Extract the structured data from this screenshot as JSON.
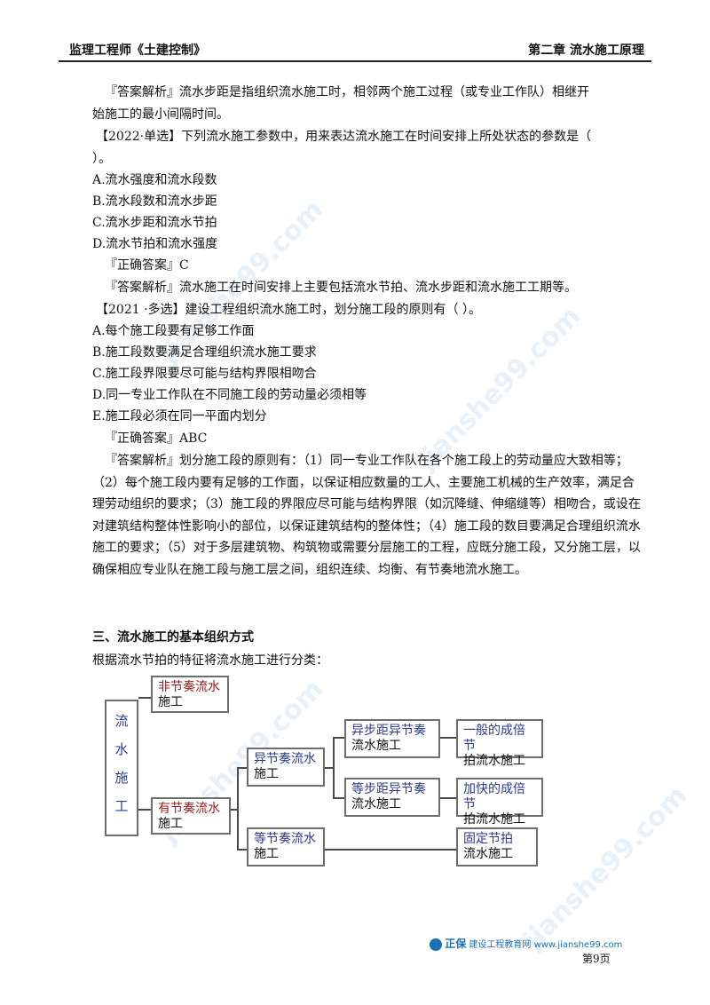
{
  "header": {
    "left": "监理工程师《土建控制》",
    "right": "第二章  流水施工原理"
  },
  "paragraphs": {
    "p1a": "『答案解析』流水步距是指组织流水施工时，相邻两个施工过程（或专业工作队）相继开",
    "p1b": "始施工的最小间隔时间。",
    "q1a": "【2022·单选】下列流水施工参数中，用来表达流水施工在时间安排上所处状态的参数是（",
    "q1b": "）。",
    "q1_opts": [
      "A.流水强度和流水段数",
      "B.流水段数和流水步距",
      "C.流水步距和流水节拍",
      "D.流水节拍和流水强度"
    ],
    "q1_ans": "『正确答案』C",
    "q1_exp": "『答案解析』流水施工在时间安排上主要包括流水节拍、流水步距和流水施工工期等。",
    "q2": "【2021 ·多选】建设工程组织流水施工时，划分施工段的原则有（   ）。",
    "q2_opts": [
      "A.每个施工段要有足够工作面",
      "B.施工段数要满足合理组织流水施工要求",
      "C.施工段界限要尽可能与结构界限相吻合",
      "D.同一专业工作队在不同施工段的劳动量必须相等",
      "E.施工段必须在同一平面内划分"
    ],
    "q2_ans": "『正确答案』ABC",
    "q2_exp": "『答案解析』划分施工段的原则有：（1）同一专业工作队在各个施工段上的劳动量应大致相等；（2）每个施工段内要有足够的工作面，以保证相应数量的工人、主要施工机械的生产效率，满足合理劳动组织的要求；（3）施工段的界限应尽可能与结构界限（如沉降缝、伸缩缝等）相吻合，或设在对建筑结构整体性影响小的部位，以保证建筑结构的整体性；（4）施工段的数目要满足合理组织流水施工的要求；（5）对于多层建筑物、构筑物或需要分层施工的工程，应既分施工段，又分施工层，以确保相应专业队在施工段与施工层之间，组织连续、均衡、有节奏地流水施工。"
  },
  "section": {
    "title": "三、流水施工的基本组织方式",
    "intro": "根据流水节拍的特征将流水施工进行分类："
  },
  "diagram": {
    "root": [
      "流",
      "水",
      "施",
      "工"
    ],
    "non_rhythm": [
      "非节奏流水",
      "施工"
    ],
    "rhythm": [
      "有节奏流水",
      "施工"
    ],
    "different": [
      "异节奏流水",
      "施工"
    ],
    "equal": [
      "等节奏流水",
      "施工"
    ],
    "unequal_step": [
      "异步距异节奏",
      "流水施工"
    ],
    "equal_step": [
      "等步距异节奏",
      "流水施工"
    ],
    "general_multiple": [
      "一般的成倍节",
      "拍流水施工"
    ],
    "accelerated_multiple": [
      "加快的成倍节",
      "拍流水施工"
    ],
    "fixed_beat": [
      "固定节拍",
      "流水施工"
    ]
  },
  "footer": {
    "logo_brand": "正保",
    "logo_text": "建设工程教育网 www.jianshe99.com",
    "page": "第9页"
  },
  "watermark": "jianshe99.com"
}
